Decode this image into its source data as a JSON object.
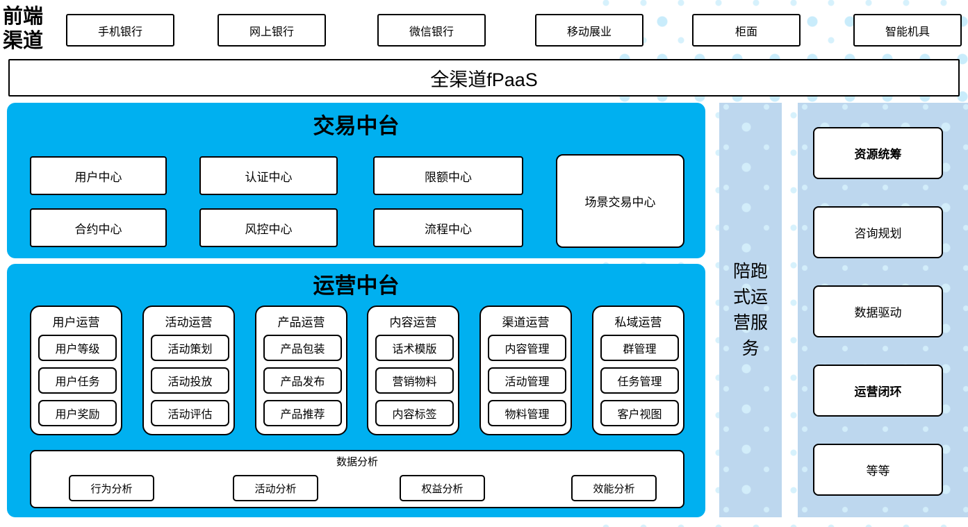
{
  "colors": {
    "panel_blue": "#00b0f0",
    "column_light_blue": "#bdd7ee",
    "dot_blue": "#c9ecfb",
    "border_black": "#000000"
  },
  "front_channels": {
    "label": "前端渠道",
    "items": [
      "手机银行",
      "网上银行",
      "微信银行",
      "移动展业",
      "柜面",
      "智能机具"
    ]
  },
  "fpaas": {
    "label": "全渠道fPaaS"
  },
  "transaction": {
    "title": "交易中台",
    "row1": [
      "用户中心",
      "认证中心",
      "限额中心"
    ],
    "row2": [
      "合约中心",
      "风控中心",
      "流程中心"
    ],
    "tall": "场景交易中心"
  },
  "operation": {
    "title": "运营中台",
    "groups": [
      {
        "title": "用户运营",
        "items": [
          "用户等级",
          "用户任务",
          "用户奖励"
        ]
      },
      {
        "title": "活动运营",
        "items": [
          "活动策划",
          "活动投放",
          "活动评估"
        ]
      },
      {
        "title": "产品运营",
        "items": [
          "产品包装",
          "产品发布",
          "产品推荐"
        ]
      },
      {
        "title": "内容运营",
        "items": [
          "话术模版",
          "营销物料",
          "内容标签"
        ]
      },
      {
        "title": "渠道运营",
        "items": [
          "内容管理",
          "活动管理",
          "物料管理"
        ]
      },
      {
        "title": "私域运营",
        "items": [
          "群管理",
          "任务管理",
          "客户视图"
        ]
      }
    ],
    "analysis": {
      "title": "数据分析",
      "items": [
        "行为分析",
        "活动分析",
        "权益分析",
        "效能分析"
      ]
    }
  },
  "side_service": {
    "label": "陪跑式运营服务"
  },
  "right_column": {
    "items": [
      "资源统筹",
      "咨询规划",
      "数据驱动",
      "运营闭环",
      "等等"
    ]
  }
}
